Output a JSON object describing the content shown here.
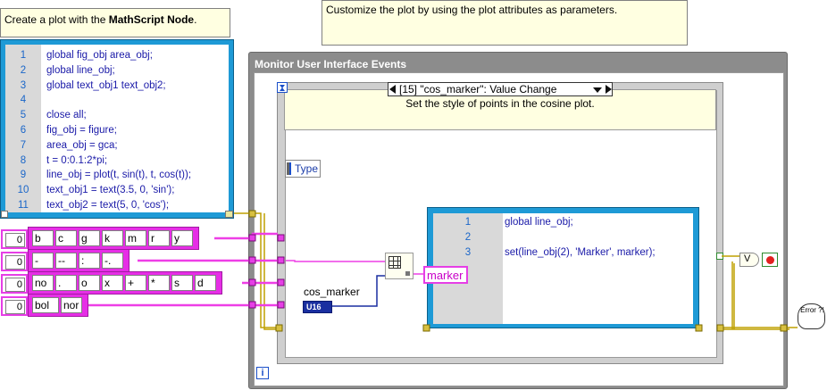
{
  "notes": {
    "left_prefix": "Create a plot with the ",
    "left_bold": "MathScript Node",
    "left_suffix": ".",
    "top": "Customize the plot by using the plot attributes as parameters."
  },
  "mathscript_main": {
    "line_numbers": [
      "1",
      "2",
      "3",
      "4",
      "5",
      "6",
      "7",
      "8",
      "9",
      "10",
      "11"
    ],
    "lines": [
      "global fig_obj area_obj;",
      "global line_obj;",
      "global text_obj1 text_obj2;",
      "",
      "close all;",
      "fig_obj = figure;",
      "area_obj = gca;",
      "t = 0:0.1:2*pi;",
      "line_obj = plot(t, sin(t), t, cos(t));",
      "text_obj1 = text(3.5, 0, 'sin');",
      "text_obj2 = text(5, 0, 'cos');"
    ]
  },
  "event_structure": {
    "title": "Monitor User Interface Events",
    "case_label": "[15] \"cos_marker\": Value Change",
    "case_note": "Set the style of points in the cosine plot.",
    "type_label": "Type",
    "control_label": "cos_marker",
    "control_type": "U16",
    "index_tag": "marker",
    "info_icon": "i"
  },
  "mathscript_inner": {
    "line_numbers": [
      "1",
      "2",
      "3"
    ],
    "lines": [
      "global line_obj;",
      "",
      "set(line_obj(2), 'Marker', marker);"
    ]
  },
  "arrays": [
    {
      "index": "0",
      "items": [
        "b",
        "c",
        "g",
        "k",
        "m",
        "r",
        "y"
      ]
    },
    {
      "index": "0",
      "items": [
        "-",
        "--",
        ":",
        "-."
      ]
    },
    {
      "index": "0",
      "items": [
        "no",
        ".",
        "o",
        "x",
        "+",
        "*",
        "s",
        "d"
      ]
    },
    {
      "index": "0",
      "items": [
        "bol",
        "nor"
      ]
    }
  ],
  "select_label": "V",
  "error_label": "Error ?!",
  "colors": {
    "mathscript_border": "#1e9ad6",
    "string_wire": "#ee3ee6",
    "event_frame": "#8c8c8c",
    "note_bg": "#ffffe1"
  }
}
